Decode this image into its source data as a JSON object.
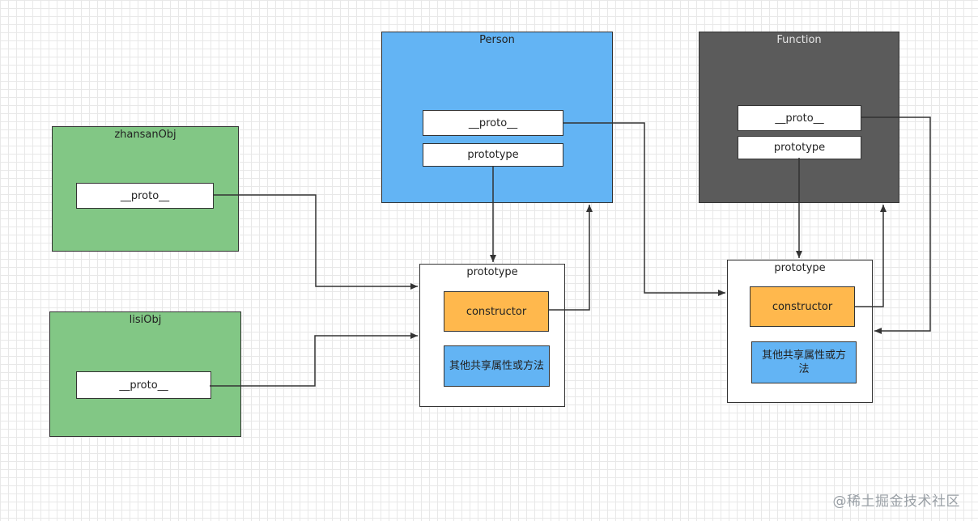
{
  "objects": {
    "zhansan": {
      "title": "zhansanObj",
      "proto_label": "__proto__"
    },
    "lisi": {
      "title": "lisiObj",
      "proto_label": "__proto__"
    }
  },
  "person": {
    "title": "Person",
    "proto_label": "__proto__",
    "prototype_label": "prototype"
  },
  "function": {
    "title": "Function",
    "proto_label": "__proto__",
    "prototype_label": "prototype"
  },
  "person_prototype": {
    "title": "prototype",
    "constructor_label": "constructor",
    "shared_label": "其他共享属性或方法"
  },
  "function_prototype": {
    "title": "prototype",
    "constructor_label": "constructor",
    "shared_label": "其他共享属性或方法"
  },
  "watermark": "@稀土掘金技术社区",
  "colors": {
    "object_fill": "#82c785",
    "person_fill": "#63b4f4",
    "function_fill": "#5b5b5b",
    "constructor_fill": "#ffb84d",
    "shared_fill": "#63b4f4",
    "line": "#333333"
  }
}
